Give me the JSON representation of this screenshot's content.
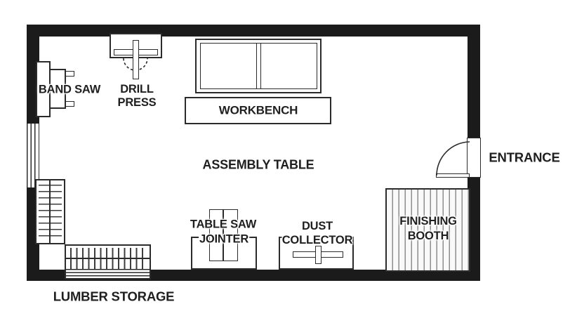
{
  "diagram": {
    "type": "workshop-floor-plan",
    "labels": {
      "band_saw": "BAND SAW",
      "drill_press": "DRILL PRESS",
      "workbench": "WORKBENCH",
      "assembly_table": "ASSEMBLY TABLE",
      "table_saw": "TABLE SAW",
      "jointer": "JOINTER",
      "dust_collector": "DUST COLLECTOR",
      "finishing_booth": "FINISHING BOOTH",
      "entrance": "ENTRANCE",
      "lumber_storage": "LUMBER STORAGE"
    },
    "colors": {
      "wall": "#1b1b1b",
      "line": "#2b2b2b",
      "hatch": "#8d8d8d",
      "text": "#1f1f1f",
      "background": "#ffffff"
    }
  }
}
